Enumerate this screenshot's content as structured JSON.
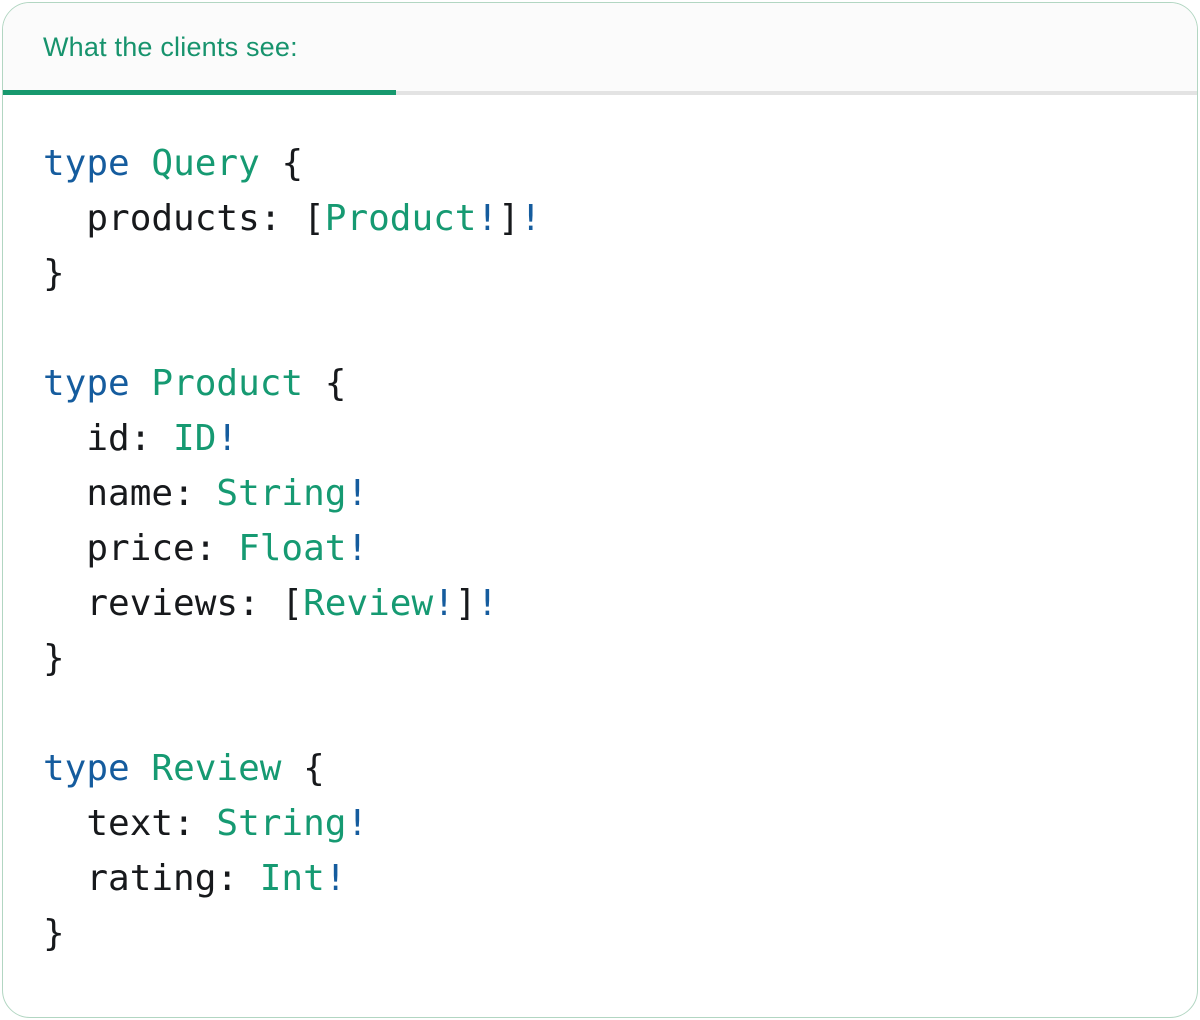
{
  "card": {
    "tab": {
      "label": "What the clients see:"
    }
  },
  "colors": {
    "accent_teal": "#17996e",
    "tab_text": "#17936d",
    "keyword_blue": "#155c9e",
    "type_teal": "#169a72",
    "plain_text": "#17191c",
    "card_border": "#b2d6c2",
    "header_bg": "#fbfbfb",
    "divider_gray": "#e3e3e3"
  },
  "code": {
    "language": "graphql",
    "lines": [
      {
        "tokens": [
          {
            "t": "type",
            "c": "kw"
          },
          {
            "t": " ",
            "c": "pl"
          },
          {
            "t": "Query",
            "c": "ty"
          },
          {
            "t": " {",
            "c": "pl"
          }
        ]
      },
      {
        "tokens": [
          {
            "t": "  products: [",
            "c": "pl"
          },
          {
            "t": "Product",
            "c": "ty"
          },
          {
            "t": "!",
            "c": "kw"
          },
          {
            "t": "]",
            "c": "pl"
          },
          {
            "t": "!",
            "c": "kw"
          }
        ]
      },
      {
        "tokens": [
          {
            "t": "}",
            "c": "pl"
          }
        ]
      },
      {
        "tokens": []
      },
      {
        "tokens": [
          {
            "t": "type",
            "c": "kw"
          },
          {
            "t": " ",
            "c": "pl"
          },
          {
            "t": "Product",
            "c": "ty"
          },
          {
            "t": " {",
            "c": "pl"
          }
        ]
      },
      {
        "tokens": [
          {
            "t": "  id: ",
            "c": "pl"
          },
          {
            "t": "ID",
            "c": "ty"
          },
          {
            "t": "!",
            "c": "kw"
          }
        ]
      },
      {
        "tokens": [
          {
            "t": "  name: ",
            "c": "pl"
          },
          {
            "t": "String",
            "c": "ty"
          },
          {
            "t": "!",
            "c": "kw"
          }
        ]
      },
      {
        "tokens": [
          {
            "t": "  price: ",
            "c": "pl"
          },
          {
            "t": "Float",
            "c": "ty"
          },
          {
            "t": "!",
            "c": "kw"
          }
        ]
      },
      {
        "tokens": [
          {
            "t": "  reviews: [",
            "c": "pl"
          },
          {
            "t": "Review",
            "c": "ty"
          },
          {
            "t": "!",
            "c": "kw"
          },
          {
            "t": "]",
            "c": "pl"
          },
          {
            "t": "!",
            "c": "kw"
          }
        ]
      },
      {
        "tokens": [
          {
            "t": "}",
            "c": "pl"
          }
        ]
      },
      {
        "tokens": []
      },
      {
        "tokens": [
          {
            "t": "type",
            "c": "kw"
          },
          {
            "t": " ",
            "c": "pl"
          },
          {
            "t": "Review",
            "c": "ty"
          },
          {
            "t": " {",
            "c": "pl"
          }
        ]
      },
      {
        "tokens": [
          {
            "t": "  text: ",
            "c": "pl"
          },
          {
            "t": "String",
            "c": "ty"
          },
          {
            "t": "!",
            "c": "kw"
          }
        ]
      },
      {
        "tokens": [
          {
            "t": "  rating: ",
            "c": "pl"
          },
          {
            "t": "Int",
            "c": "ty"
          },
          {
            "t": "!",
            "c": "kw"
          }
        ]
      },
      {
        "tokens": [
          {
            "t": "}",
            "c": "pl"
          }
        ]
      }
    ]
  }
}
